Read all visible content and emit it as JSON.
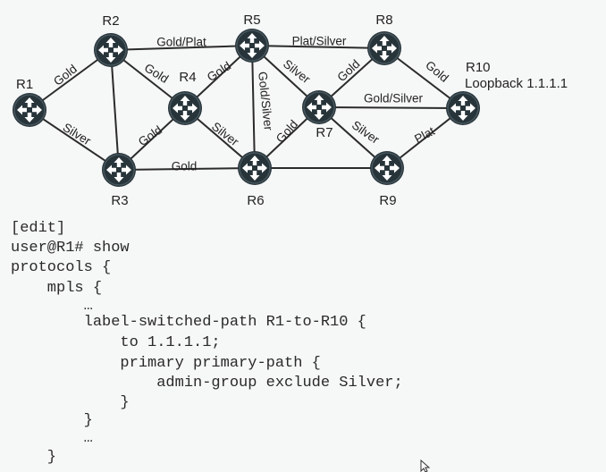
{
  "diagram": {
    "nodes": [
      {
        "id": "R1",
        "label": "R1"
      },
      {
        "id": "R2",
        "label": "R2"
      },
      {
        "id": "R3",
        "label": "R3"
      },
      {
        "id": "R4",
        "label": "R4"
      },
      {
        "id": "R5",
        "label": "R5"
      },
      {
        "id": "R6",
        "label": "R6"
      },
      {
        "id": "R7",
        "label": "R7"
      },
      {
        "id": "R8",
        "label": "R8"
      },
      {
        "id": "R9",
        "label": "R9"
      },
      {
        "id": "R10",
        "label": "R10",
        "sublabel": "Loopback 1.1.1.1"
      }
    ],
    "links": [
      {
        "a": "R1",
        "b": "R2",
        "label": "Gold"
      },
      {
        "a": "R1",
        "b": "R3",
        "label": "Silver"
      },
      {
        "a": "R2",
        "b": "R3",
        "label": ""
      },
      {
        "a": "R2",
        "b": "R5",
        "label": "Gold/Plat"
      },
      {
        "a": "R2",
        "b": "R4",
        "label": "Gold"
      },
      {
        "a": "R3",
        "b": "R4",
        "label": "Gold"
      },
      {
        "a": "R3",
        "b": "R6",
        "label": "Gold"
      },
      {
        "a": "R4",
        "b": "R5",
        "label": "Gold"
      },
      {
        "a": "R4",
        "b": "R6",
        "label": "Silver"
      },
      {
        "a": "R5",
        "b": "R6",
        "label": "Gold/Silver"
      },
      {
        "a": "R5",
        "b": "R8",
        "label": "Plat/Silver"
      },
      {
        "a": "R5",
        "b": "R7",
        "label": "Silver"
      },
      {
        "a": "R6",
        "b": "R7",
        "label": "Gold"
      },
      {
        "a": "R7",
        "b": "R8",
        "label": "Gold"
      },
      {
        "a": "R7",
        "b": "R10",
        "label": "Gold/Silver"
      },
      {
        "a": "R7",
        "b": "R9",
        "label": "Silver"
      },
      {
        "a": "R8",
        "b": "R10",
        "label": "Gold"
      },
      {
        "a": "R9",
        "b": "R10",
        "label": "Plat"
      },
      {
        "a": "R6",
        "b": "R9",
        "label": ""
      }
    ]
  },
  "code_lines": [
    "[edit]",
    "user@R1# show",
    "protocols {",
    "    mpls {",
    "        …",
    "        label-switched-path R1-to-R10 {",
    "            to 1.1.1.1;",
    "            primary primary-path {",
    "                admin-group exclude Silver;",
    "            }",
    "        }",
    "        …",
    "    }"
  ]
}
